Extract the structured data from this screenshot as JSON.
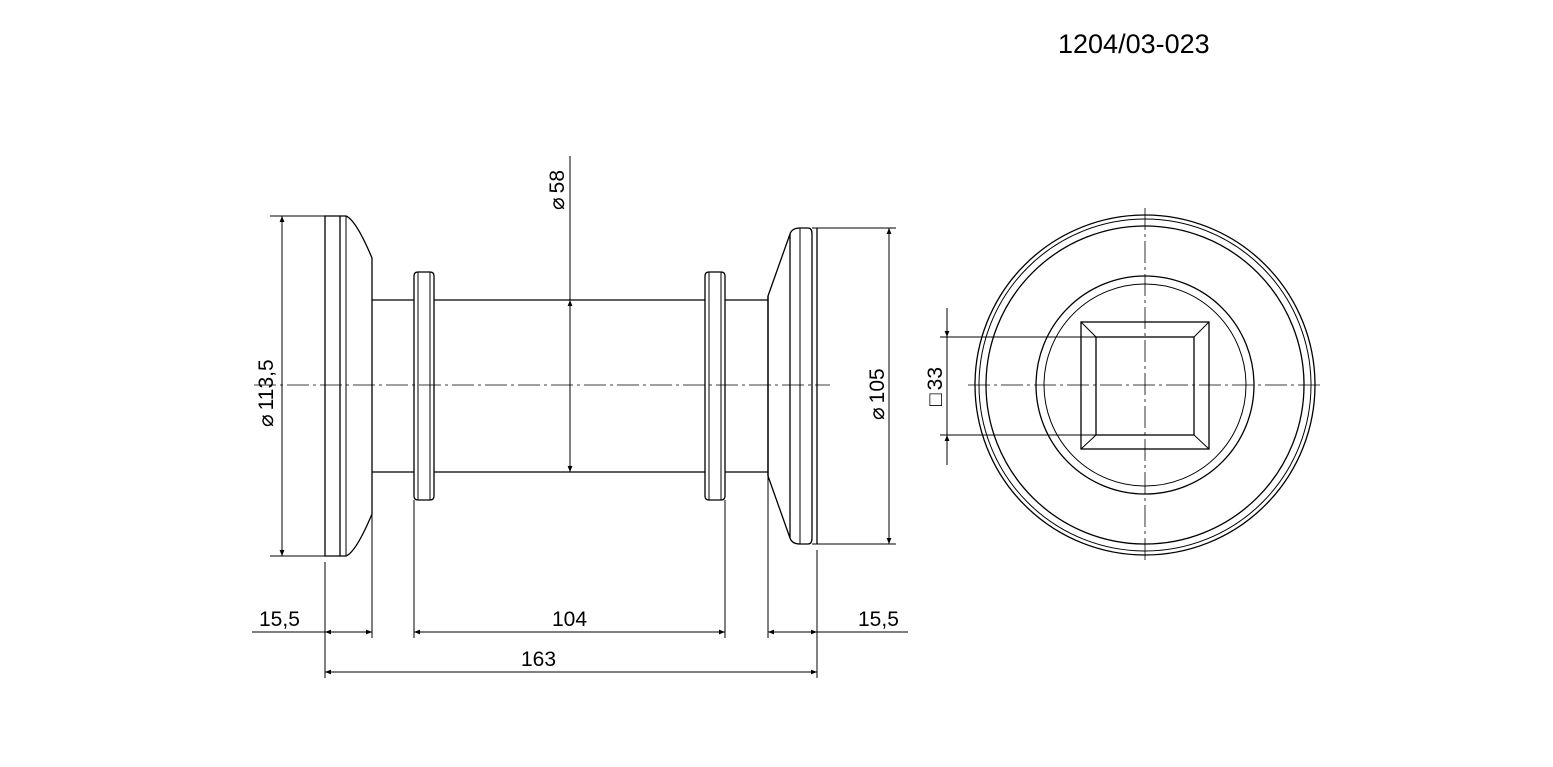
{
  "drawing_number": "1204/03-023",
  "dimensions": {
    "left_flange_diameter": "113,5",
    "tube_diameter": "58",
    "right_flange_diameter": "105",
    "square_size": "33",
    "left_flange_width": "15,5",
    "tube_length": "104",
    "right_flange_width": "15,5",
    "overall_length": "163"
  },
  "symbols": {
    "diameter": "⌀",
    "square": "□"
  }
}
